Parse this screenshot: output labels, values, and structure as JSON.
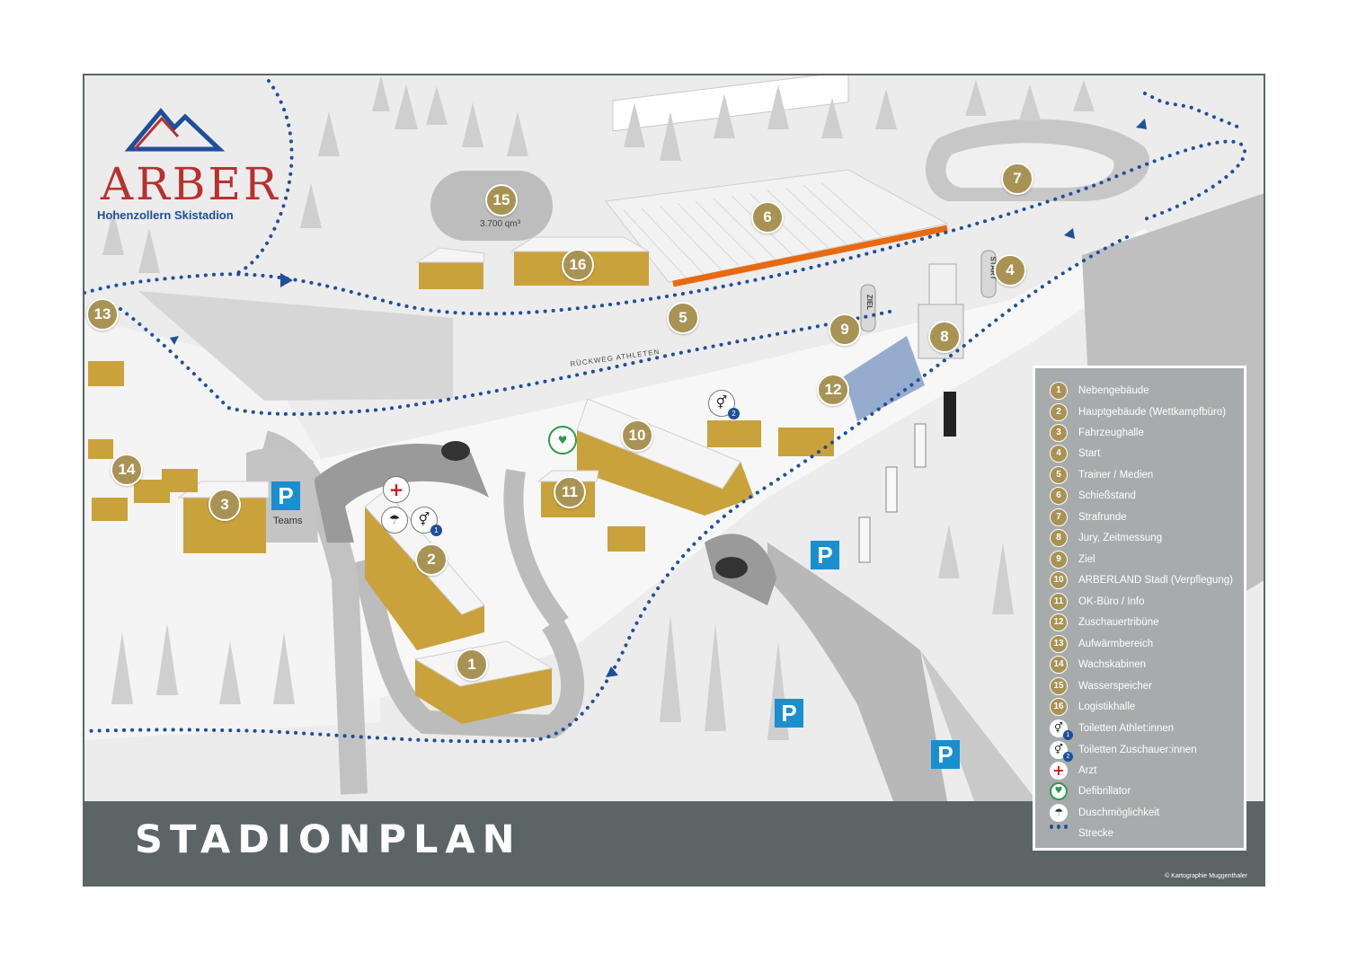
{
  "logo": {
    "brand": "ARBER",
    "subtitle": "Hohenzollern Skistadion"
  },
  "title": "STADIONPLAN",
  "credit": "© Kartographie Muggenthaler",
  "map_labels": {
    "water_storage_area": "3.700 qm³",
    "parking_teams": "Teams",
    "return_path": "RÜCKWEG ATHLETEN",
    "start_sign": "START",
    "finish_sign": "ZIEL"
  },
  "parking_symbol": "P",
  "markers": [
    {
      "id": "1",
      "label": "Nebengebäude"
    },
    {
      "id": "2",
      "label": "Hauptgebäude (Wettkampfbüro)"
    },
    {
      "id": "3",
      "label": "Fahrzeughalle"
    },
    {
      "id": "4",
      "label": "Start"
    },
    {
      "id": "5",
      "label": "Trainer / Medien"
    },
    {
      "id": "6",
      "label": "Schießstand"
    },
    {
      "id": "7",
      "label": "Strafrunde"
    },
    {
      "id": "8",
      "label": "Jury, Zeitmessung"
    },
    {
      "id": "9",
      "label": "Ziel"
    },
    {
      "id": "10",
      "label": "ARBERLAND Stadl (Verpflegung)"
    },
    {
      "id": "11",
      "label": "OK-Büro / Info"
    },
    {
      "id": "12",
      "label": "Zuschauertribüne"
    },
    {
      "id": "13",
      "label": "Aufwärmbereich"
    },
    {
      "id": "14",
      "label": "Wachskabinen"
    },
    {
      "id": "15",
      "label": "Wasserspeicher"
    },
    {
      "id": "16",
      "label": "Logistikhalle"
    }
  ],
  "legend_symbols": [
    {
      "icon": "toilet-athletes-icon",
      "num": "1",
      "label": "Toiletten Athlet:innen"
    },
    {
      "icon": "toilet-spectators-icon",
      "num": "2",
      "label": "Toiletten Zuschauer:innen"
    },
    {
      "icon": "medical-cross-icon",
      "label": "Arzt"
    },
    {
      "icon": "defibrillator-icon",
      "label": "Defibrillator"
    },
    {
      "icon": "shower-icon",
      "label": "Duschmöglichkeit"
    },
    {
      "icon": "track-dots-icon",
      "label": "Strecke"
    }
  ],
  "colors": {
    "frame": "#5b6566",
    "marker": "#a89355",
    "track": "#1e4f9a",
    "parking": "#1a8fd0",
    "brand_red": "#b8312f",
    "range_bar": "#e86a10"
  }
}
